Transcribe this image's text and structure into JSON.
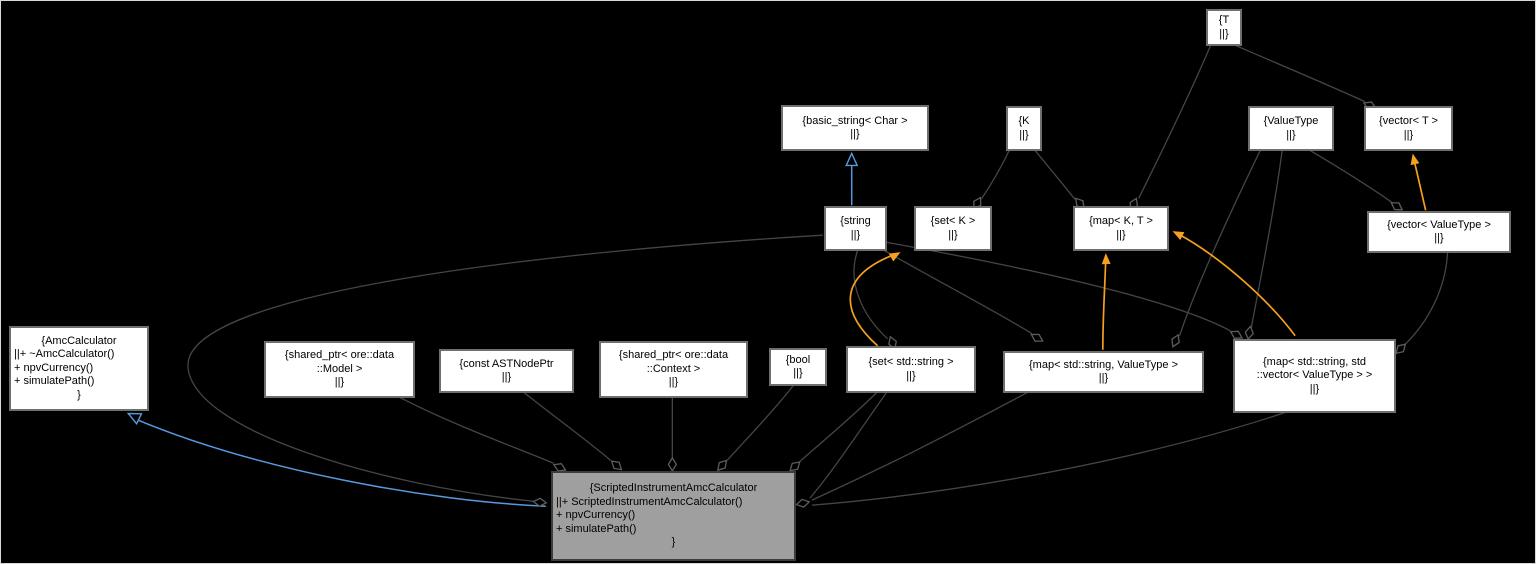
{
  "diagram": {
    "type": "uml-collaboration-graph",
    "background": "#000000",
    "colors": {
      "node_fill": "#ffffff",
      "node_fill_focus": "#9f9f9f",
      "node_border": "#6f6f6f",
      "edge_aggregation": "#454545",
      "edge_template_instantiation": "#f5a01e",
      "edge_inheritance": "#569add",
      "text": "#000000"
    },
    "nodes": [
      {
        "id": "t",
        "lines": [
          "{T",
          "||}"
        ]
      },
      {
        "id": "basic_string",
        "lines": [
          "{basic_string< Char >",
          "||}"
        ]
      },
      {
        "id": "k",
        "lines": [
          "{K",
          "||}"
        ]
      },
      {
        "id": "valuetype",
        "lines": [
          "{ValueType",
          "||}"
        ]
      },
      {
        "id": "vector_t",
        "lines": [
          "{vector< T >",
          "||}"
        ]
      },
      {
        "id": "string",
        "lines": [
          "{string",
          "||}"
        ]
      },
      {
        "id": "set_k",
        "lines": [
          "{set< K >",
          "||}"
        ]
      },
      {
        "id": "map_kt",
        "lines": [
          "{map< K, T >",
          "||}"
        ]
      },
      {
        "id": "vector_valuetype",
        "lines": [
          "{vector< ValueType >",
          "||}"
        ]
      },
      {
        "id": "amc_calculator",
        "lines": [
          "{AmcCalculator",
          "||+ ~AmcCalculator()",
          "+ npvCurrency()",
          "+ simulatePath()",
          "}"
        ]
      },
      {
        "id": "shared_ptr_model",
        "lines": [
          "{shared_ptr< ore::data",
          "::Model >",
          "||}"
        ]
      },
      {
        "id": "const_astnodeptr",
        "lines": [
          "{const ASTNodePtr",
          "||}"
        ]
      },
      {
        "id": "shared_ptr_context",
        "lines": [
          "{shared_ptr< ore::data",
          "::Context >",
          "||}"
        ]
      },
      {
        "id": "bool",
        "lines": [
          "{bool",
          "||}"
        ]
      },
      {
        "id": "set_string",
        "lines": [
          "{set< std::string >",
          "||}"
        ]
      },
      {
        "id": "map_string_valuetype",
        "lines": [
          "{map< std::string, ValueType >",
          "||}"
        ]
      },
      {
        "id": "map_string_vector",
        "lines": [
          "{map< std::string, std",
          "::vector< ValueType > >",
          "||}"
        ]
      },
      {
        "id": "scripted",
        "lines": [
          "{ScriptedInstrumentAmcCalculator",
          "||+ ScriptedInstrumentAmcCalculator()",
          "+ npvCurrency()",
          "+ simulatePath()",
          "}"
        ]
      }
    ],
    "relations": [
      {
        "from": "scripted",
        "to": "amc_calculator",
        "kind": "inheritance"
      },
      {
        "from": "string",
        "to": "basic_string",
        "kind": "inheritance"
      },
      {
        "from": "set_string",
        "to": "set_k",
        "kind": "template-instantiation"
      },
      {
        "from": "map_string_valuetype",
        "to": "map_kt",
        "kind": "template-instantiation"
      },
      {
        "from": "map_string_vector",
        "to": "map_kt",
        "kind": "template-instantiation"
      },
      {
        "from": "vector_valuetype",
        "to": "vector_t",
        "kind": "template-instantiation"
      },
      {
        "from": "map_kt",
        "to": "t",
        "kind": "aggregation"
      },
      {
        "from": "vector_t",
        "to": "t",
        "kind": "aggregation"
      },
      {
        "from": "set_k",
        "to": "k",
        "kind": "aggregation"
      },
      {
        "from": "map_kt",
        "to": "k",
        "kind": "aggregation"
      },
      {
        "from": "map_string_valuetype",
        "to": "valuetype",
        "kind": "aggregation"
      },
      {
        "from": "map_string_vector",
        "to": "valuetype",
        "kind": "aggregation"
      },
      {
        "from": "vector_valuetype",
        "to": "valuetype",
        "kind": "aggregation"
      },
      {
        "from": "set_string",
        "to": "string",
        "kind": "aggregation"
      },
      {
        "from": "map_string_valuetype",
        "to": "string",
        "kind": "aggregation"
      },
      {
        "from": "map_string_vector",
        "to": "string",
        "kind": "aggregation"
      },
      {
        "from": "map_string_vector",
        "to": "vector_valuetype",
        "kind": "aggregation"
      },
      {
        "from": "scripted",
        "to": "string",
        "kind": "aggregation"
      },
      {
        "from": "scripted",
        "to": "shared_ptr_model",
        "kind": "aggregation"
      },
      {
        "from": "scripted",
        "to": "const_astnodeptr",
        "kind": "aggregation"
      },
      {
        "from": "scripted",
        "to": "shared_ptr_context",
        "kind": "aggregation"
      },
      {
        "from": "scripted",
        "to": "bool",
        "kind": "aggregation"
      },
      {
        "from": "scripted",
        "to": "set_string",
        "kind": "aggregation"
      },
      {
        "from": "scripted",
        "to": "map_string_valuetype",
        "kind": "aggregation"
      },
      {
        "from": "scripted",
        "to": "map_string_vector",
        "kind": "aggregation"
      }
    ]
  }
}
